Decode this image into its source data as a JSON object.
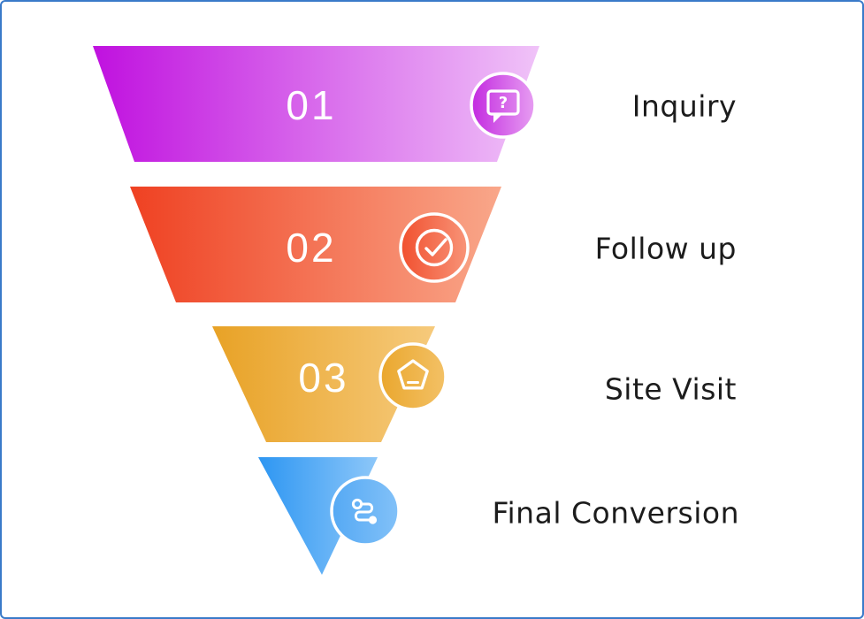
{
  "page": {
    "background_color": "#ffffff",
    "border_color": "#3a7ac9"
  },
  "funnel": {
    "number_text_color": "#ffffff",
    "label_text_color": "#1c1c1c",
    "stages": [
      {
        "number": "01",
        "label": "Inquiry",
        "icon": "question-chat-icon",
        "color_from": "#c011df",
        "color_to": "#f0c3f8",
        "icon_color_from": "#c32ae0",
        "icon_color_to": "#e79ef2"
      },
      {
        "number": "02",
        "label": "Follow up",
        "icon": "check-circle-icon",
        "color_from": "#ef4122",
        "color_to": "#f9a78a",
        "icon_color_from": "#f1502f",
        "icon_color_to": "#f89478"
      },
      {
        "number": "03",
        "label": "Site Visit",
        "icon": "pentagon-home-icon",
        "color_from": "#e8a226",
        "color_to": "#f6ca7c",
        "icon_color_from": "#eaa72e",
        "icon_color_to": "#f3c166"
      },
      {
        "number": "",
        "label": "Final Conversion",
        "icon": "route-icon",
        "color_from": "#2d96f2",
        "color_to": "#8dc7f9",
        "icon_color_from": "#55a9f4",
        "icon_color_to": "#82c1f8"
      }
    ]
  }
}
